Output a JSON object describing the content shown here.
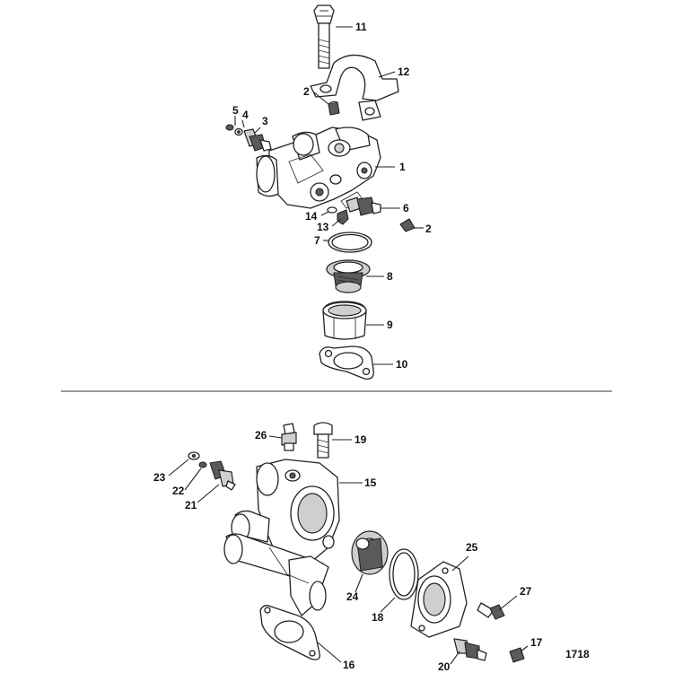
{
  "figure_id": "1718",
  "parts": [
    {
      "id": "p1",
      "number": "1"
    },
    {
      "id": "p2a",
      "number": "2"
    },
    {
      "id": "p2b",
      "number": "2"
    },
    {
      "id": "p3",
      "number": "3"
    },
    {
      "id": "p4",
      "number": "4"
    },
    {
      "id": "p5",
      "number": "5"
    },
    {
      "id": "p6",
      "number": "6"
    },
    {
      "id": "p7",
      "number": "7"
    },
    {
      "id": "p8",
      "number": "8"
    },
    {
      "id": "p9",
      "number": "9"
    },
    {
      "id": "p10",
      "number": "10"
    },
    {
      "id": "p11",
      "number": "11"
    },
    {
      "id": "p12",
      "number": "12"
    },
    {
      "id": "p13",
      "number": "13"
    },
    {
      "id": "p14",
      "number": "14"
    },
    {
      "id": "p15",
      "number": "15"
    },
    {
      "id": "p16",
      "number": "16"
    },
    {
      "id": "p17",
      "number": "17"
    },
    {
      "id": "p18",
      "number": "18"
    },
    {
      "id": "p19",
      "number": "19"
    },
    {
      "id": "p20",
      "number": "20"
    },
    {
      "id": "p21",
      "number": "21"
    },
    {
      "id": "p22",
      "number": "22"
    },
    {
      "id": "p23",
      "number": "23"
    },
    {
      "id": "p24",
      "number": "24"
    },
    {
      "id": "p25",
      "number": "25"
    },
    {
      "id": "p26",
      "number": "26"
    },
    {
      "id": "p27",
      "number": "27"
    }
  ]
}
